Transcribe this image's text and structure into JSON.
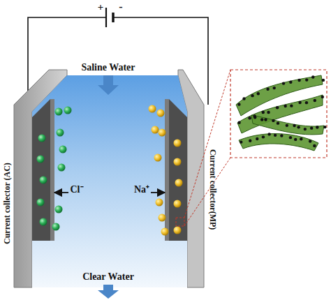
{
  "diagram": {
    "labels": [
      "+",
      "-",
      "Saline Water",
      "Cl⁻",
      "Na⁺",
      "Clear Water",
      "Current collector (AC)",
      "Current collector(MP)"
    ]
  }
}
